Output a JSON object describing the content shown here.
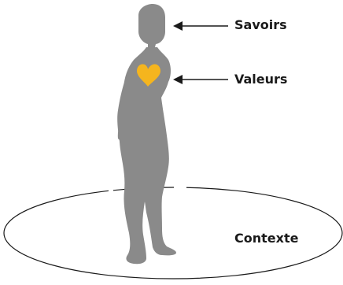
{
  "labels": {
    "savoirs": "Savoirs",
    "valeurs": "Valeurs",
    "contexte": "Contexte"
  },
  "colors": {
    "figure": "#8a8a8a",
    "heart": "#f5b51e",
    "line": "#1a1a1a",
    "background": "#ffffff"
  },
  "icons": {
    "figure": "standing-person-silhouette",
    "heart": "heart-icon",
    "pointer": "arrow-left-icon"
  }
}
